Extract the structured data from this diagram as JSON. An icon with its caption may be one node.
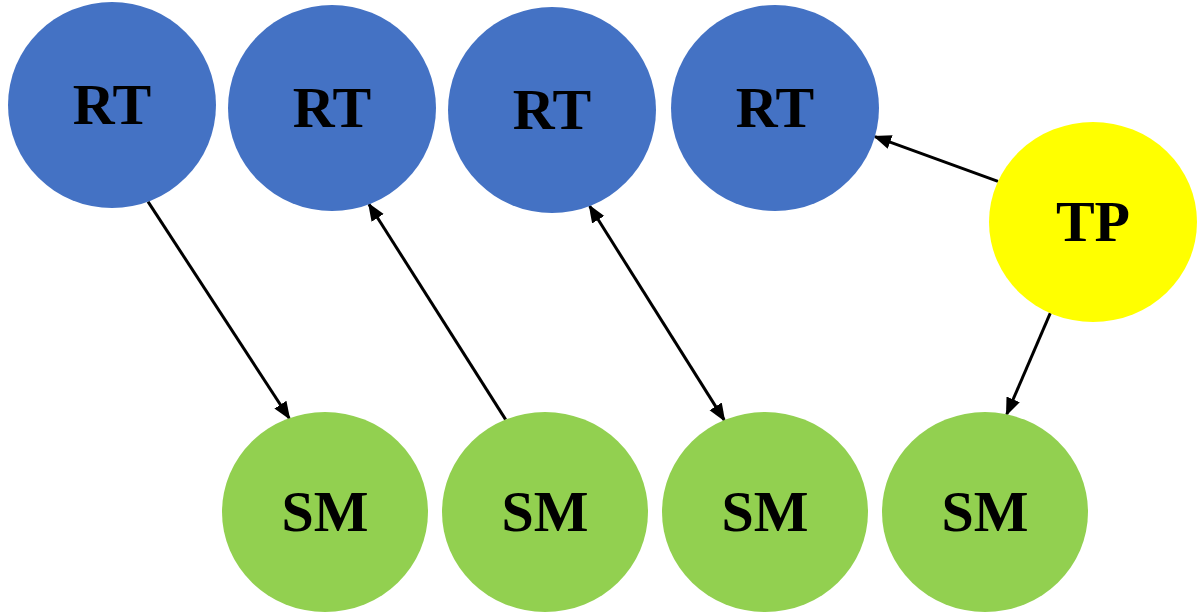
{
  "diagram": {
    "nodes": [
      {
        "text": [
          "RT"
        ]
      },
      {
        "text": [
          "RT"
        ]
      },
      {
        "text": [
          "RT"
        ]
      },
      {
        "text": [
          "RT"
        ]
      },
      {
        "text": [
          "TP"
        ]
      },
      {
        "text": [
          "SM"
        ]
      },
      {
        "text": [
          "SM"
        ]
      },
      {
        "text": [
          "SM"
        ]
      },
      {
        "text": [
          "SM"
        ]
      }
    ],
    "edges": [
      {
        "from": 0,
        "to": 5,
        "arrow": "to"
      },
      {
        "from": 6,
        "to": 1,
        "arrow": "to"
      },
      {
        "from": 2,
        "to": 7,
        "arrow": "both"
      },
      {
        "from": 4,
        "to": 3,
        "arrow": "to"
      },
      {
        "from": 4,
        "to": 8,
        "arrow": "to"
      }
    ]
  }
}
